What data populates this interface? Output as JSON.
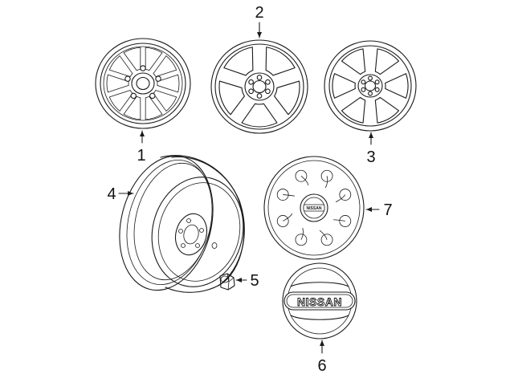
{
  "callouts": [
    {
      "num": "1"
    },
    {
      "num": "2"
    },
    {
      "num": "3"
    },
    {
      "num": "4"
    },
    {
      "num": "5"
    },
    {
      "num": "6"
    },
    {
      "num": "7"
    }
  ],
  "wheel_cover_logo": "NISSAN",
  "center_cap_logo": "NISSAN",
  "colors": {
    "ink": "#1a1a1a",
    "background": "#ffffff"
  },
  "parts": [
    {
      "num": "1",
      "icon": "alloy-wheel-icon"
    },
    {
      "num": "2",
      "icon": "alloy-wheel-icon"
    },
    {
      "num": "3",
      "icon": "alloy-wheel-icon"
    },
    {
      "num": "4",
      "icon": "steel-wheel-icon"
    },
    {
      "num": "5",
      "icon": "lug-nut-icon"
    },
    {
      "num": "6",
      "icon": "center-cap-icon"
    },
    {
      "num": "7",
      "icon": "wheel-cover-icon"
    }
  ]
}
